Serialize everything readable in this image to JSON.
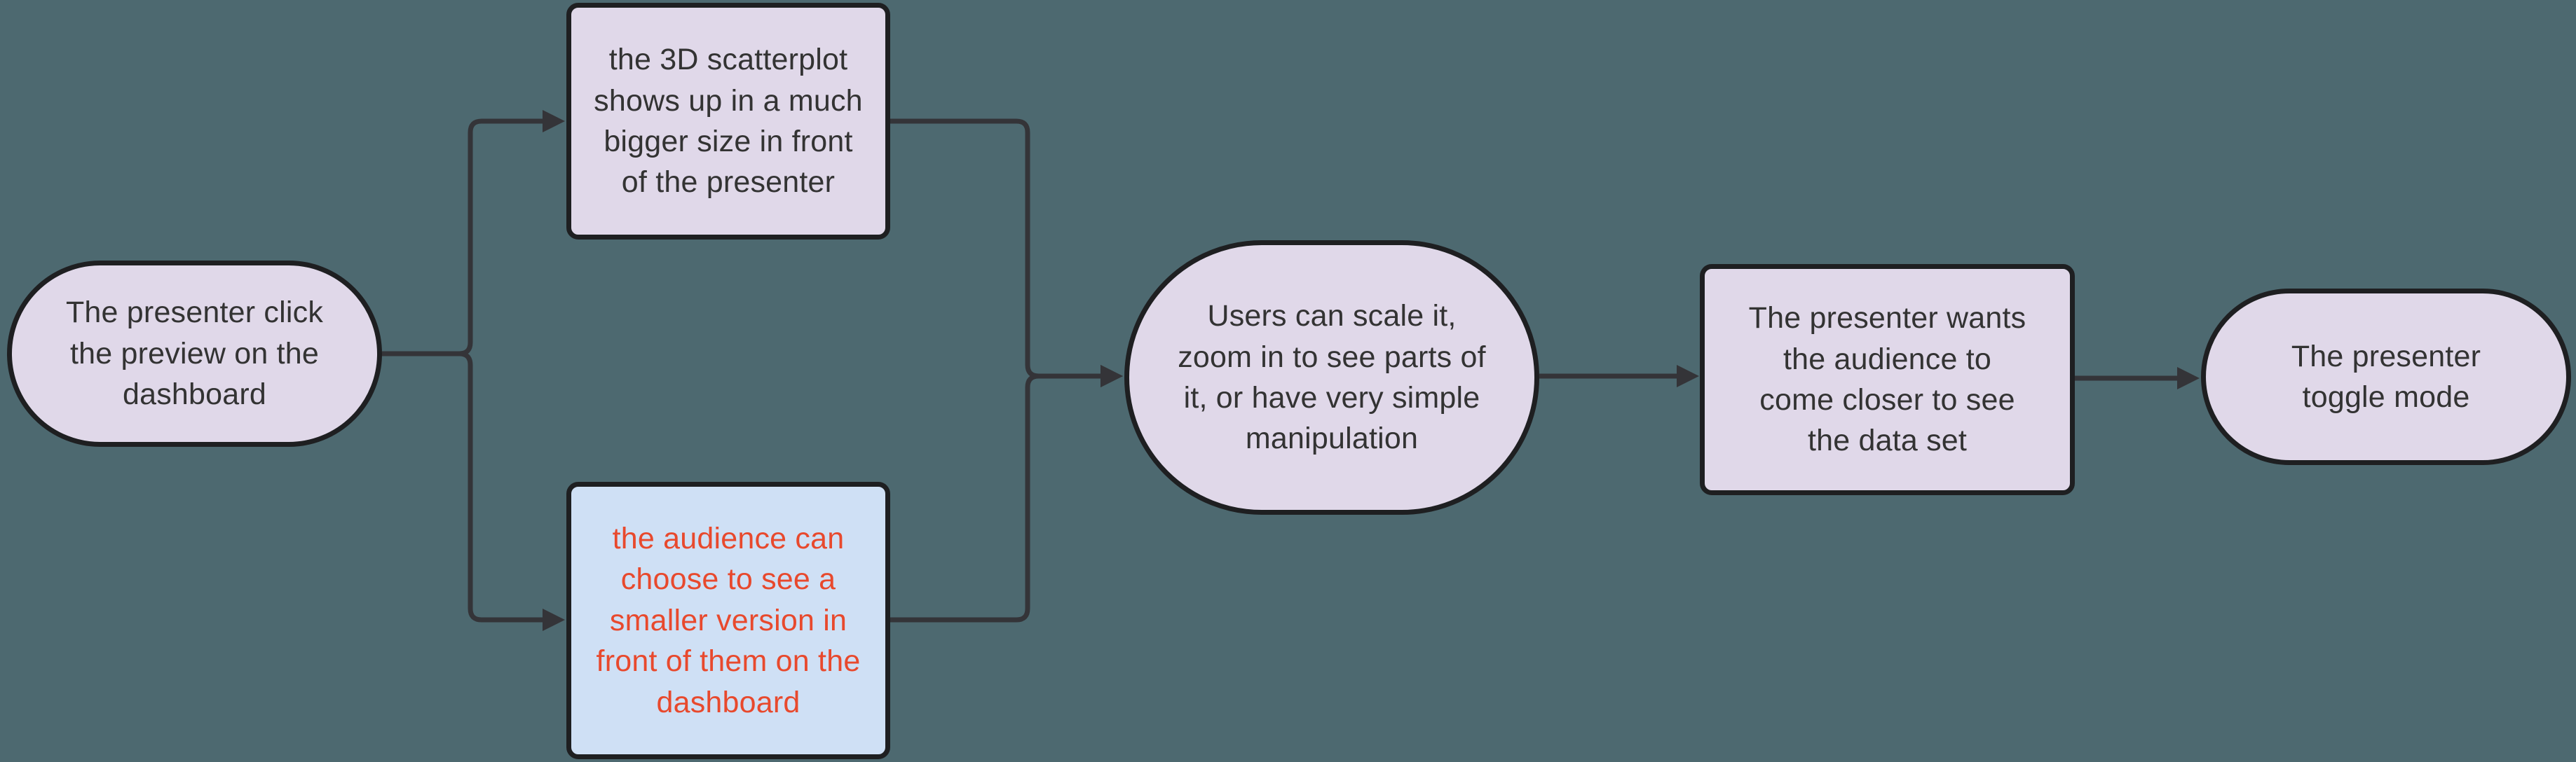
{
  "diagram_type": "flowchart",
  "colors": {
    "background": "#4d6970",
    "edge": "#343438",
    "node_border": "#1e1f21",
    "default_node_fill": "#e0d8e9",
    "default_node_text": "#333333",
    "highlight_node_fill": "#cfe0f5",
    "highlight_node_text": "#e8492d"
  },
  "nodes": {
    "click_preview": {
      "shape": "stadium",
      "label": "The presenter click the preview on the dashboard",
      "lines": [
        "The presenter click",
        "the preview on the",
        "dashboard"
      ],
      "fill": "#e0d8e9",
      "text_color": "#333333"
    },
    "bigger_scatterplot": {
      "shape": "rounded-rectangle",
      "label": "the 3D scatterplot shows up in a much bigger size in front of the presenter",
      "lines": [
        "the 3D scatterplot",
        "shows up in a much",
        "bigger size in front",
        "of the presenter"
      ],
      "fill": "#e0d8e9",
      "text_color": "#333333"
    },
    "smaller_version": {
      "shape": "rounded-rectangle",
      "label": "the audience can choose to see a smaller version in front of them on the dashboard",
      "lines": [
        "the audience can",
        "choose to see a",
        "smaller version in",
        "front of them on the",
        "dashboard"
      ],
      "fill": "#cfe0f5",
      "text_color": "#e8492d"
    },
    "scale_zoom": {
      "shape": "stadium",
      "label": "Users can scale it, zoom in to see parts of it, or have very simple manipulation",
      "lines": [
        "Users can scale it,",
        "zoom in to see parts of",
        "it, or have very simple",
        "manipulation"
      ],
      "fill": "#e0d8e9",
      "text_color": "#333333"
    },
    "come_closer": {
      "shape": "rounded-rectangle",
      "label": "The presenter wants the audience to come closer to see the data set",
      "lines": [
        "The presenter wants",
        "the audience to",
        "come closer to see",
        "the data set"
      ],
      "fill": "#e0d8e9",
      "text_color": "#333333"
    },
    "toggle_mode": {
      "shape": "stadium",
      "label": "The presenter toggle mode",
      "lines": [
        "The presenter",
        "toggle mode"
      ],
      "fill": "#e0d8e9",
      "text_color": "#333333"
    }
  },
  "edges": [
    {
      "from": "click_preview",
      "to": "bigger_scatterplot"
    },
    {
      "from": "click_preview",
      "to": "smaller_version"
    },
    {
      "from": "bigger_scatterplot",
      "to": "scale_zoom"
    },
    {
      "from": "smaller_version",
      "to": "scale_zoom"
    },
    {
      "from": "scale_zoom",
      "to": "come_closer"
    },
    {
      "from": "come_closer",
      "to": "toggle_mode"
    }
  ]
}
